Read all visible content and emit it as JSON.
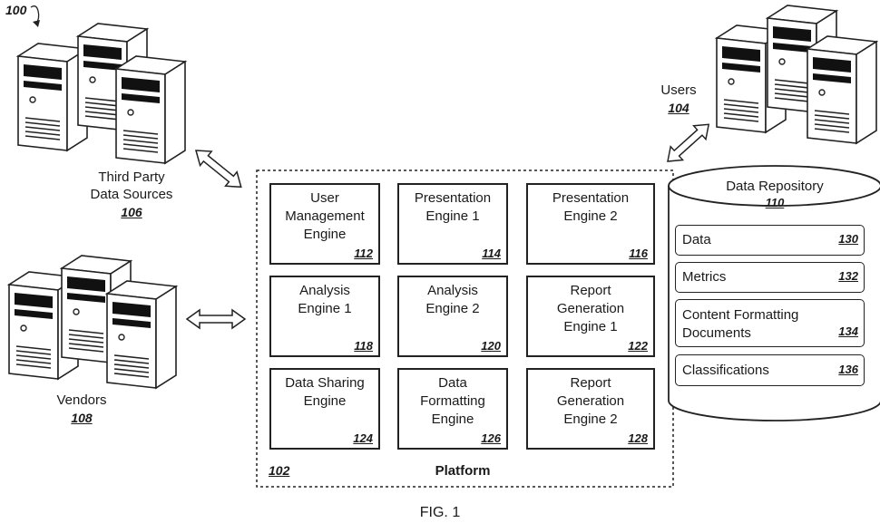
{
  "figure": {
    "ref_main": "100",
    "caption": "FIG. 1"
  },
  "third_party": {
    "label_line1": "Third Party",
    "label_line2": "Data Sources",
    "ref": "106"
  },
  "vendors": {
    "label": "Vendors",
    "ref": "108"
  },
  "users": {
    "label": "Users",
    "ref": "104"
  },
  "platform": {
    "label": "Platform",
    "ref": "102",
    "engines": [
      {
        "name": "User\nManagement\nEngine",
        "ref": "112"
      },
      {
        "name": "Presentation\nEngine 1",
        "ref": "114"
      },
      {
        "name": "Presentation\nEngine 2",
        "ref": "116"
      },
      {
        "name": "Analysis\nEngine 1",
        "ref": "118"
      },
      {
        "name": "Analysis\nEngine 2",
        "ref": "120"
      },
      {
        "name": "Report\nGeneration\nEngine 1",
        "ref": "122"
      },
      {
        "name": "Data Sharing\nEngine",
        "ref": "124"
      },
      {
        "name": "Data\nFormatting\nEngine",
        "ref": "126"
      },
      {
        "name": "Report\nGeneration\nEngine 2",
        "ref": "128"
      }
    ]
  },
  "repository": {
    "label": "Data Repository",
    "ref": "110",
    "items": [
      {
        "name": "Data",
        "ref": "130"
      },
      {
        "name": "Metrics",
        "ref": "132"
      },
      {
        "name": "Content Formatting\nDocuments",
        "ref": "134"
      },
      {
        "name": "Classifications",
        "ref": "136"
      }
    ]
  }
}
